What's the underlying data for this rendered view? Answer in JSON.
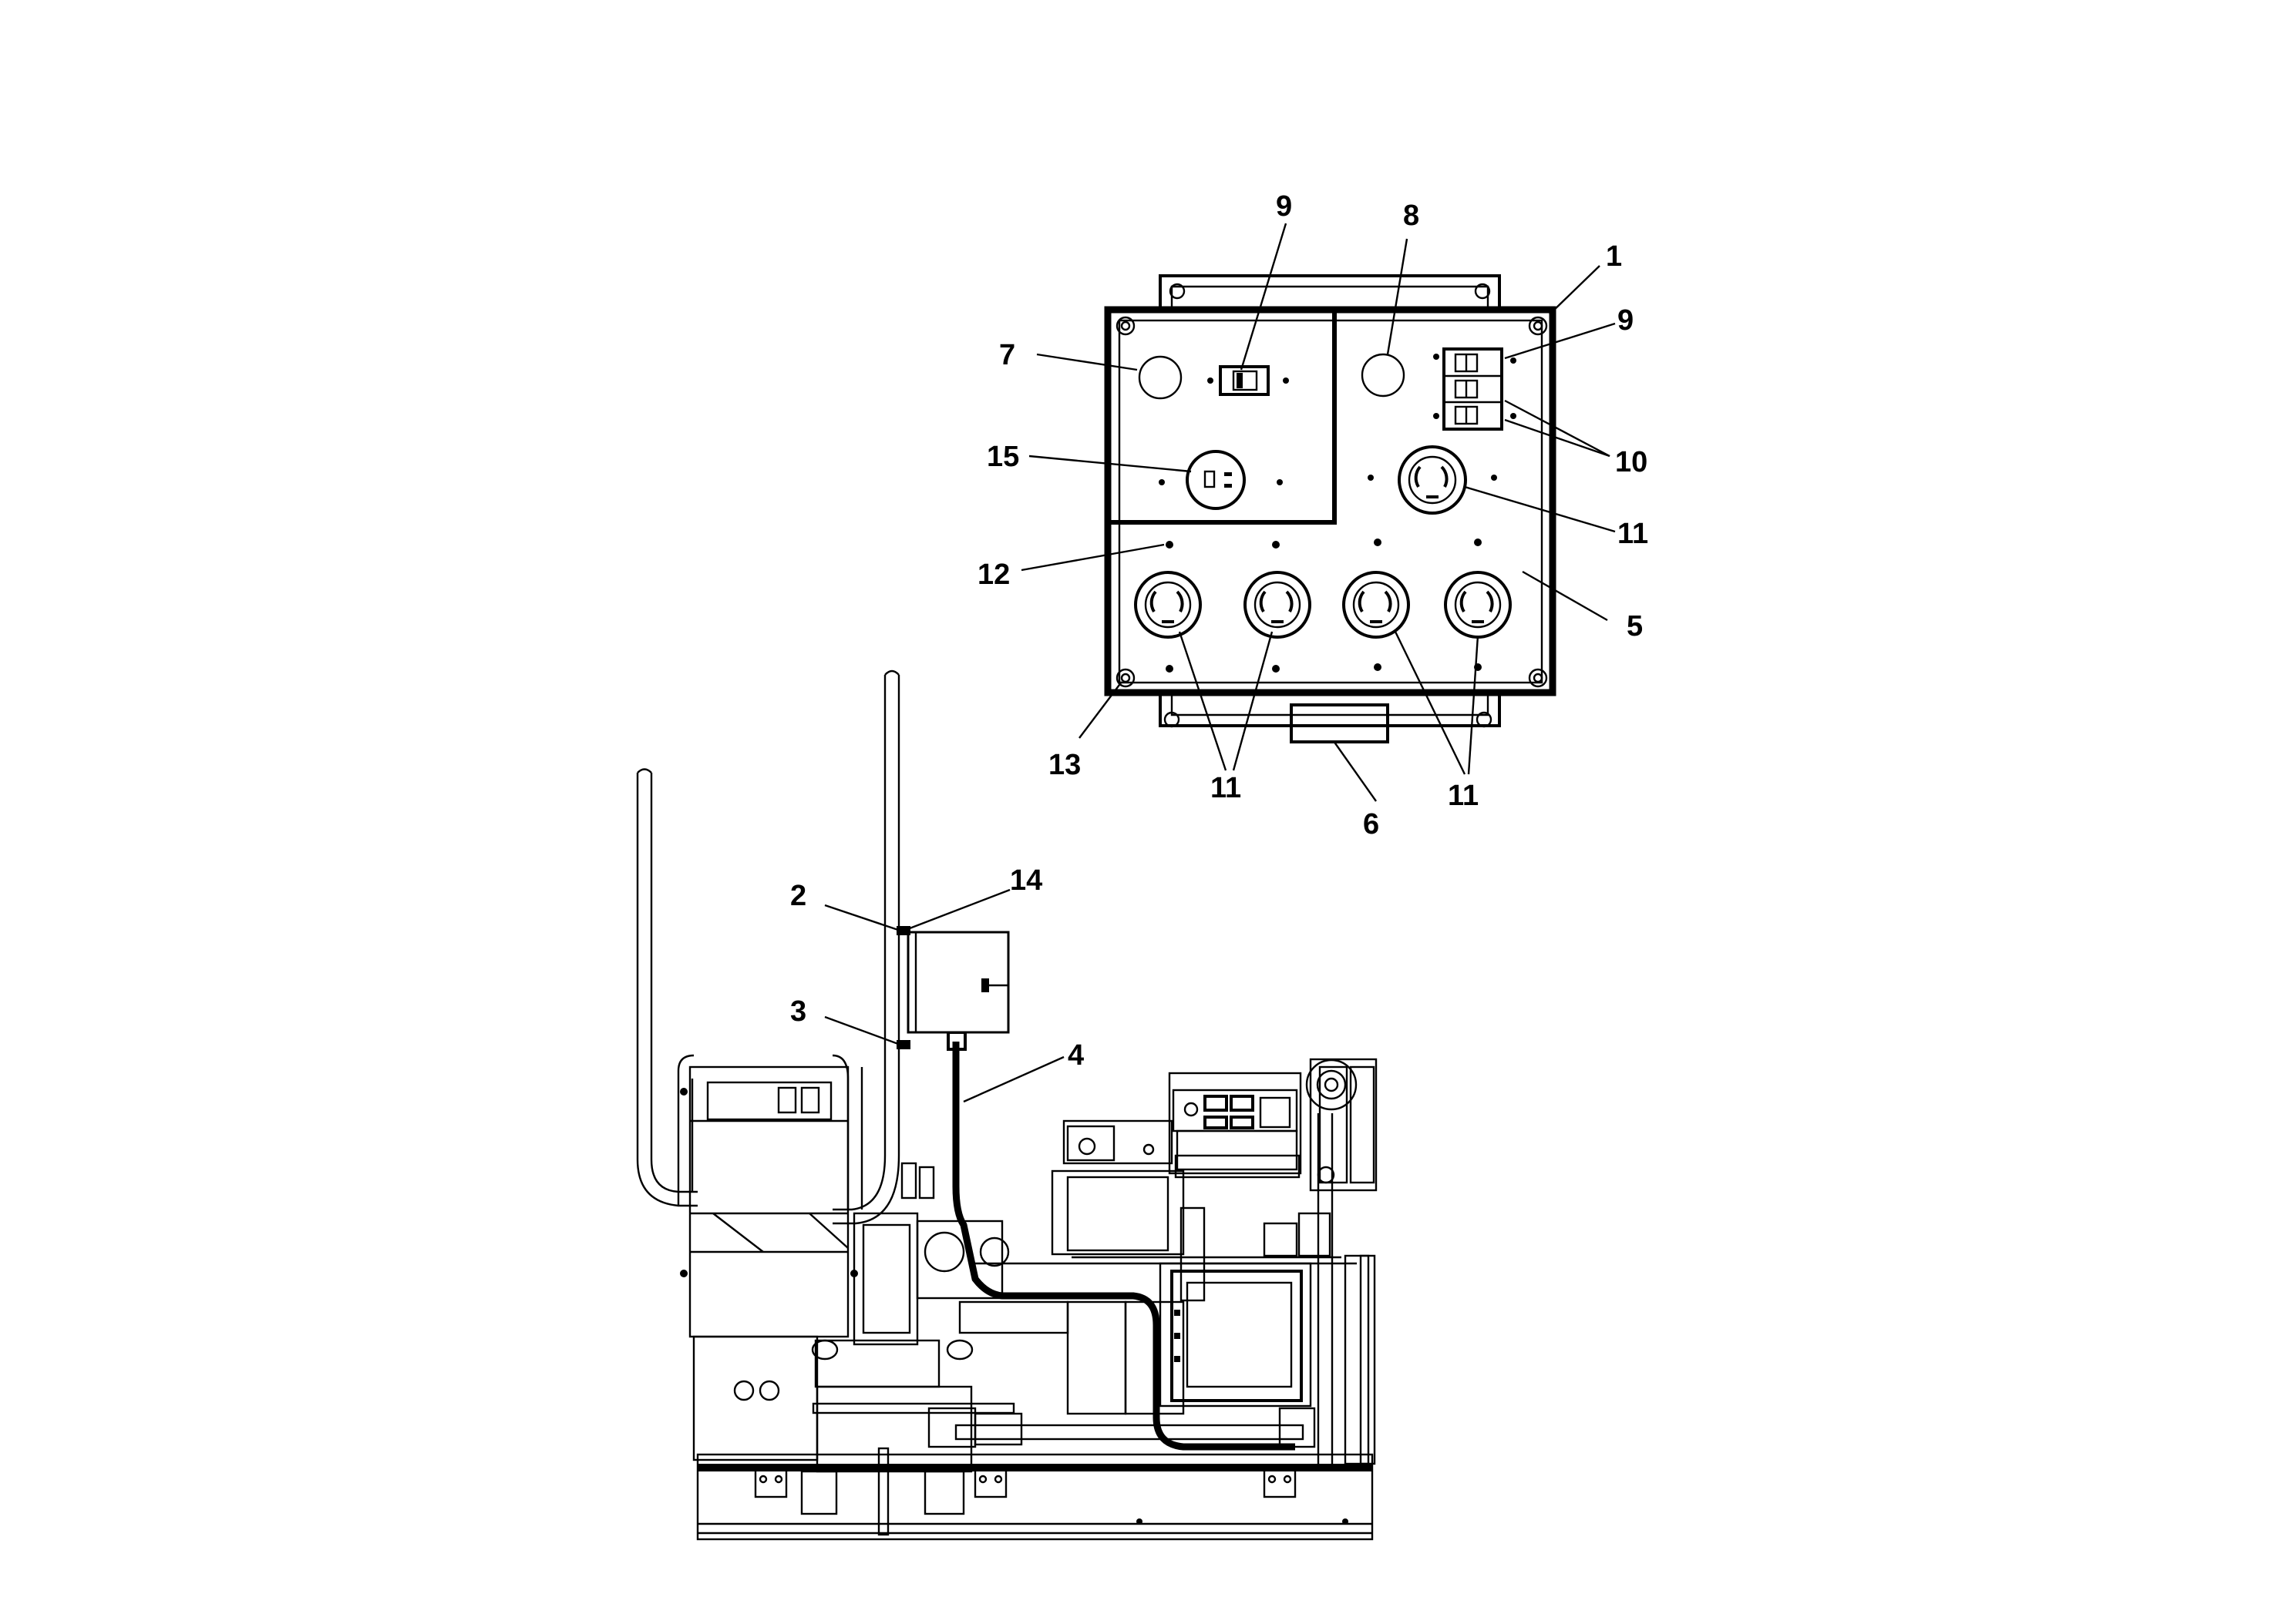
{
  "diagram": {
    "colors": {
      "line": "#000000",
      "background": "#ffffff"
    },
    "callouts": [
      {
        "id": "c9a",
        "text": "9"
      },
      {
        "id": "c8",
        "text": "8"
      },
      {
        "id": "c1",
        "text": "1"
      },
      {
        "id": "c9b",
        "text": "9"
      },
      {
        "id": "c7",
        "text": "7"
      },
      {
        "id": "c15",
        "text": "15"
      },
      {
        "id": "c10",
        "text": "10"
      },
      {
        "id": "c11a",
        "text": "11"
      },
      {
        "id": "c12",
        "text": "12"
      },
      {
        "id": "c5",
        "text": "5"
      },
      {
        "id": "c13",
        "text": "13"
      },
      {
        "id": "c11b",
        "text": "11"
      },
      {
        "id": "c11c",
        "text": "11"
      },
      {
        "id": "c6",
        "text": "6"
      },
      {
        "id": "c2",
        "text": "2"
      },
      {
        "id": "c14",
        "text": "14"
      },
      {
        "id": "c3",
        "text": "3"
      },
      {
        "id": "c4",
        "text": "4"
      }
    ]
  }
}
